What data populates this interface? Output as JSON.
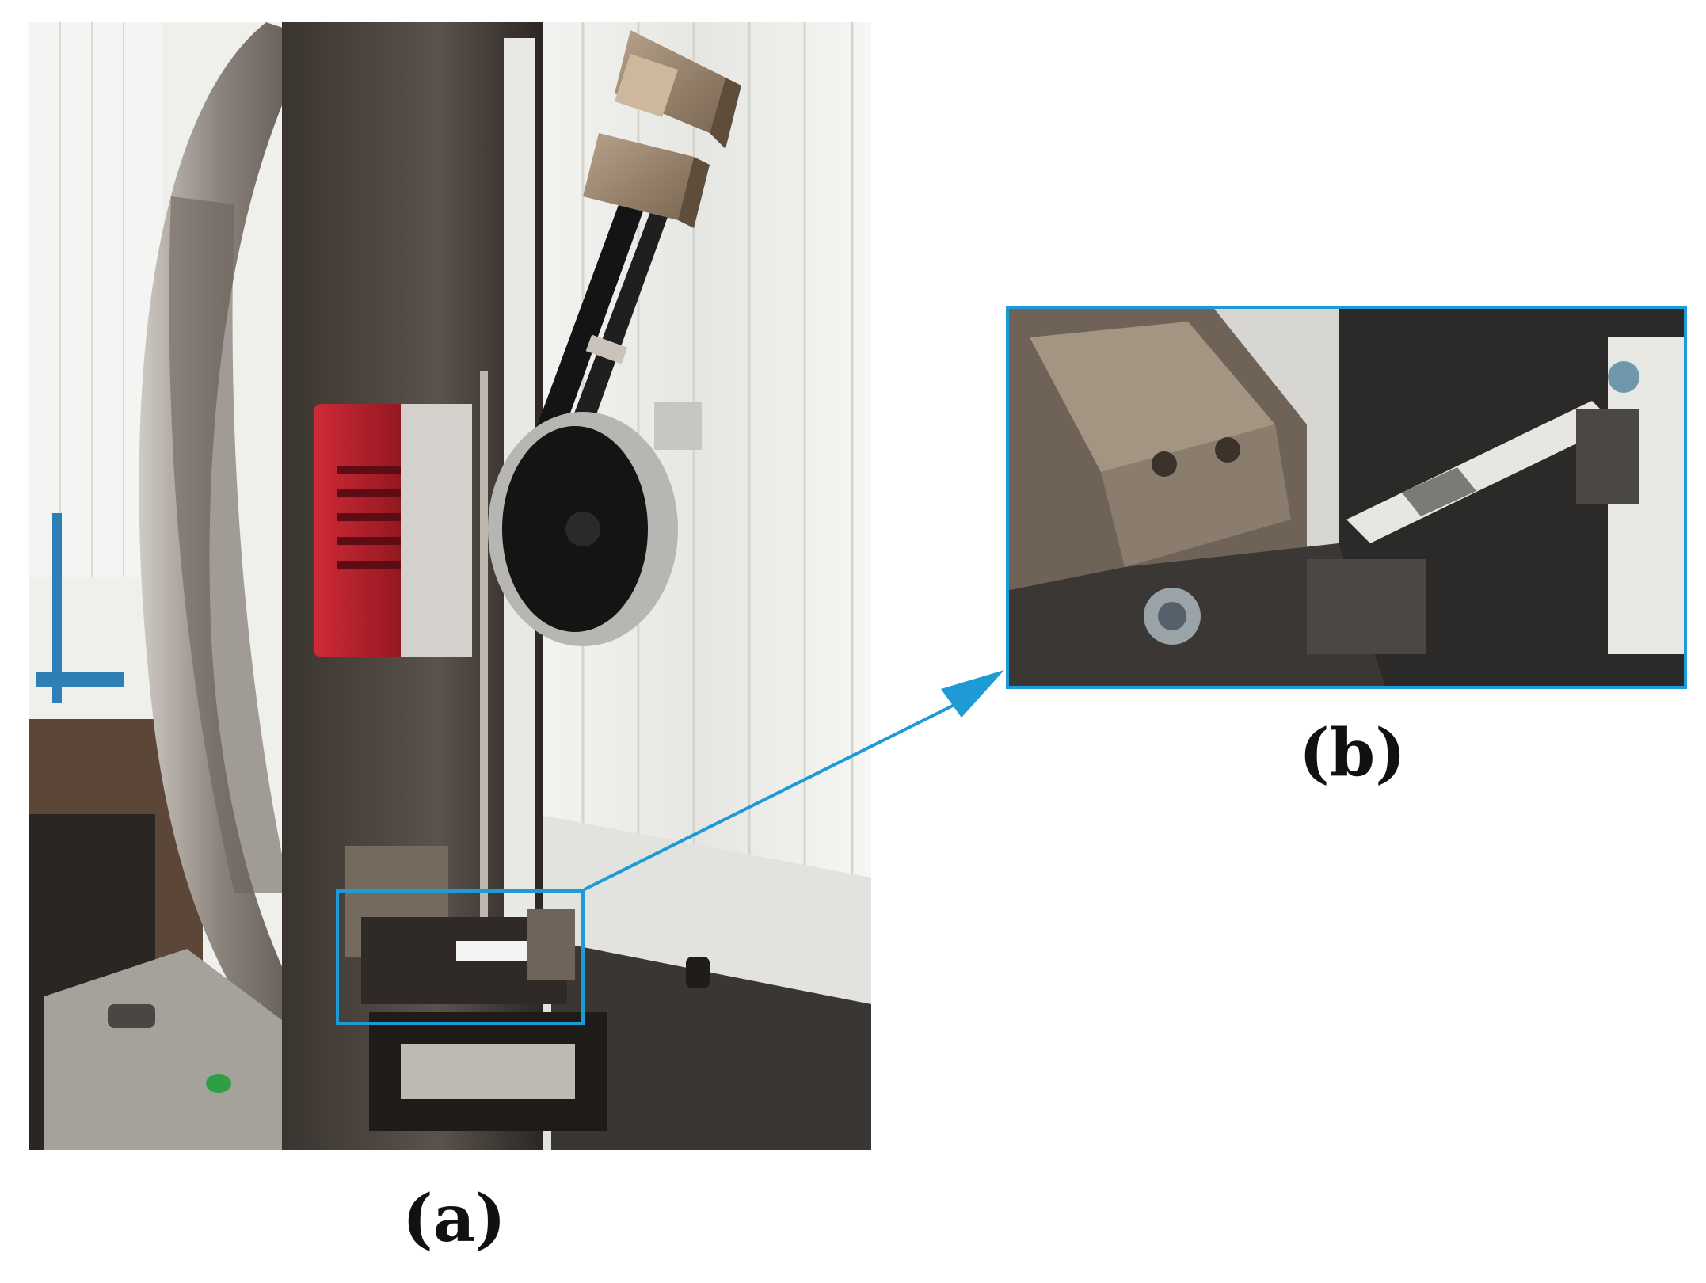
{
  "figure": {
    "panel_a": {
      "caption": "(a)",
      "content": "photo-pendulum-impact-tester"
    },
    "panel_b": {
      "caption": "(b)",
      "content": "photo-specimen-fixture-closeup"
    },
    "colors": {
      "callout": "#1e9ad6",
      "machine_red": "#b01f2a",
      "machine_dark": "#2a2623"
    }
  }
}
